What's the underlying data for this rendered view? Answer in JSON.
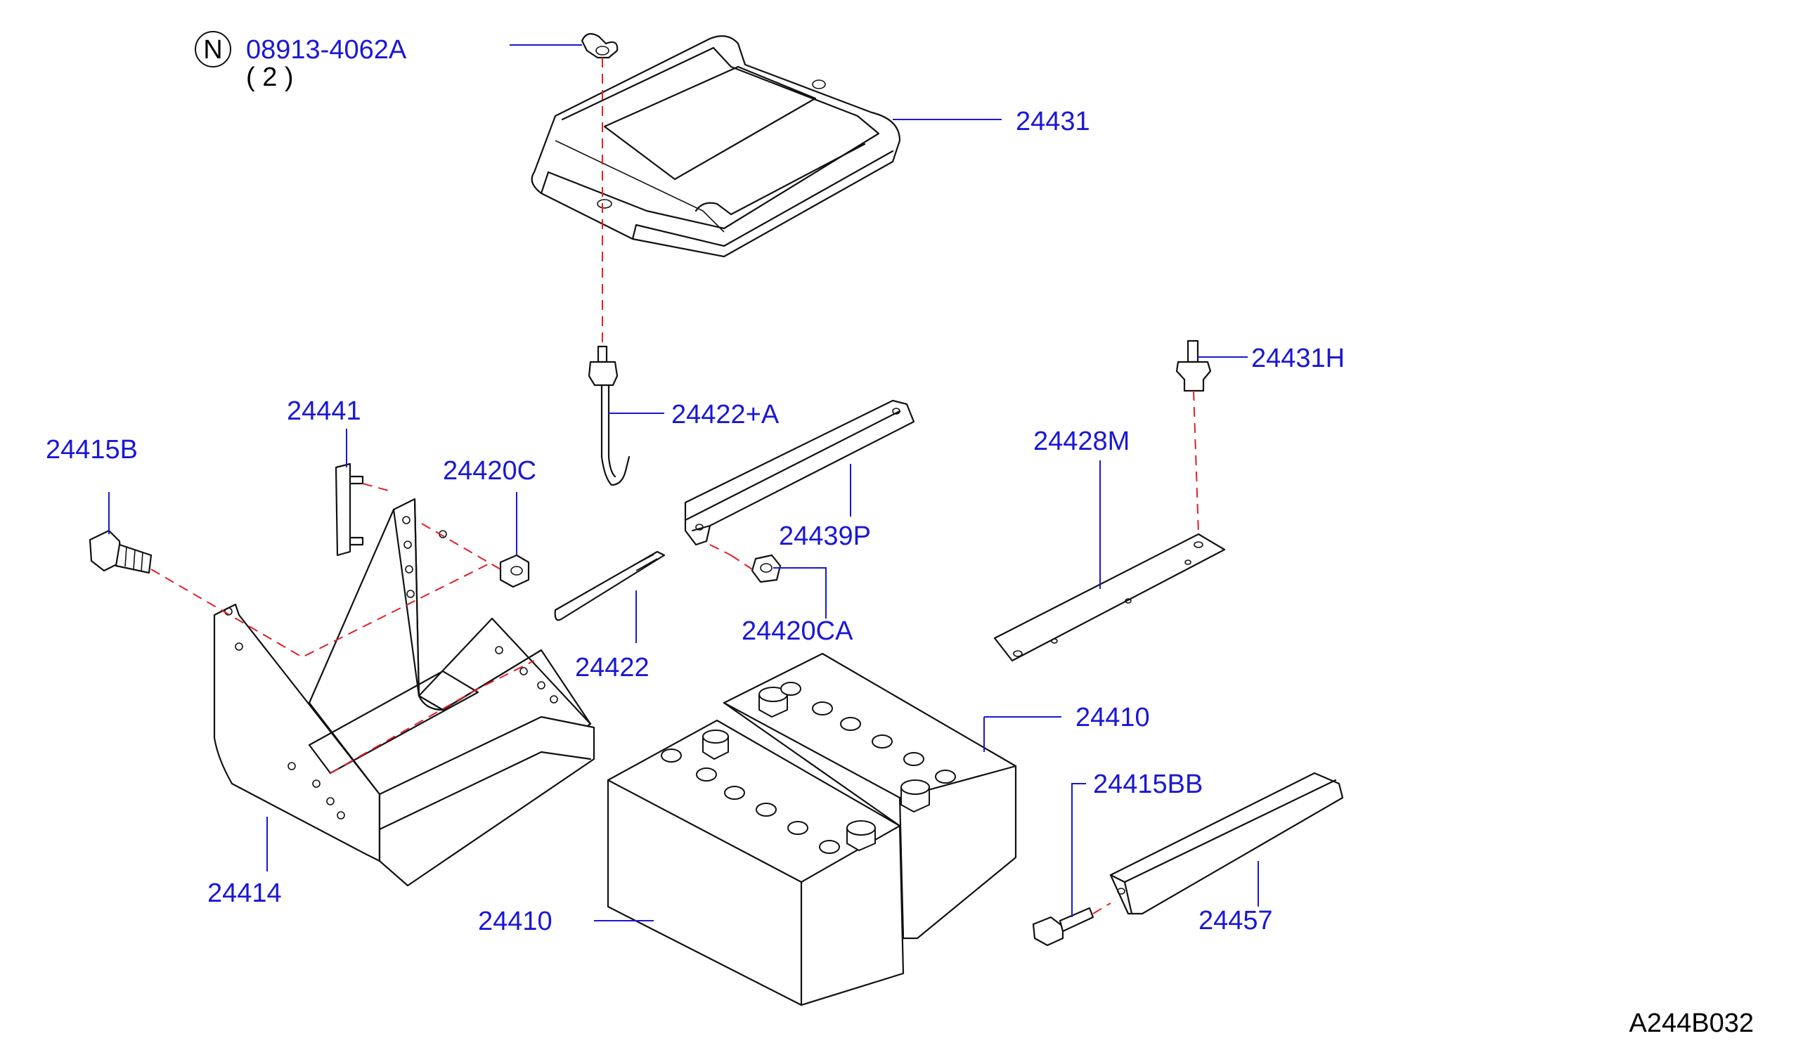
{
  "callouts": {
    "wing_nut": {
      "symbol": "N",
      "part": "08913-4062A",
      "qty": "( 2 )"
    },
    "battery_cover": "24431",
    "clip_h": "24431H",
    "rod_a": "24422+A",
    "plate": "24441",
    "bolt_b": "24415B",
    "nut_c": "24420C",
    "plate_m": "24428M",
    "frame_p": "24439P",
    "nut_ca": "24420CA",
    "rod": "24422",
    "battery_right": "24410",
    "battery_left": "24410",
    "bolt_bb": "24415BB",
    "tray": "24414",
    "bracket": "24457"
  },
  "diagram_code": "A244B032",
  "colors": {
    "label": "#1a17d6",
    "line": "#111111",
    "dashed": "#e0202a",
    "background": "#ffffff"
  }
}
